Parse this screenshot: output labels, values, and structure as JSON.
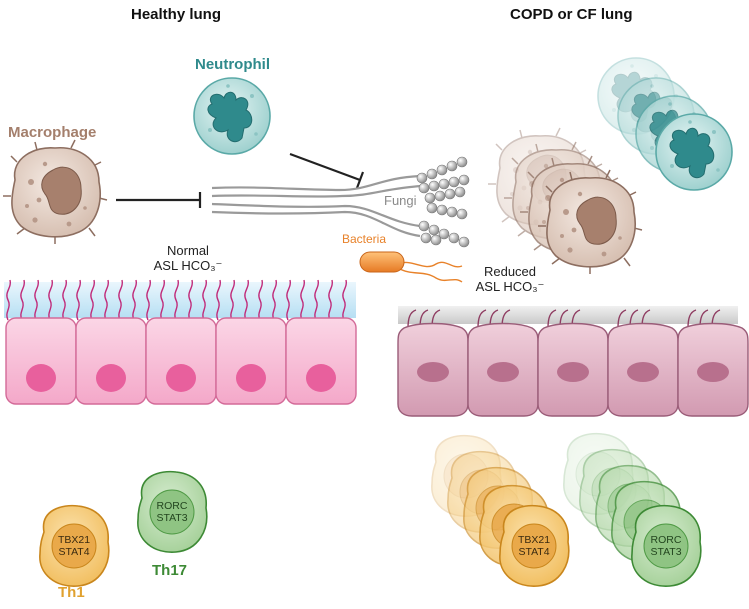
{
  "panels": {
    "healthy_title": "Healthy lung",
    "disease_title": "COPD or CF lung"
  },
  "cells": {
    "macrophage": "Macrophage",
    "neutrophil": "Neutrophil",
    "fungi": "Fungi",
    "bacteria": "Bacteria",
    "th1": "Th1",
    "th17": "Th17"
  },
  "markers": {
    "th1_line1": "TBX21",
    "th1_line2": "STAT4",
    "th17_line1": "RORC",
    "th17_line2": "STAT3"
  },
  "asl": {
    "normal_line1": "Normal",
    "normal_line2": "ASL HCO₃⁻",
    "reduced_line1": "Reduced",
    "reduced_line2": "ASL HCO₃⁻"
  },
  "colors": {
    "macrophage": "#a47f6c",
    "neutrophil": "#2f8a8c",
    "bacteria": "#e8822a",
    "th1": "#e0a12f",
    "th17": "#3d8a35",
    "epithelium_healthy": "#f6b8d2",
    "epithelium_disease": "#d9a3b8"
  }
}
